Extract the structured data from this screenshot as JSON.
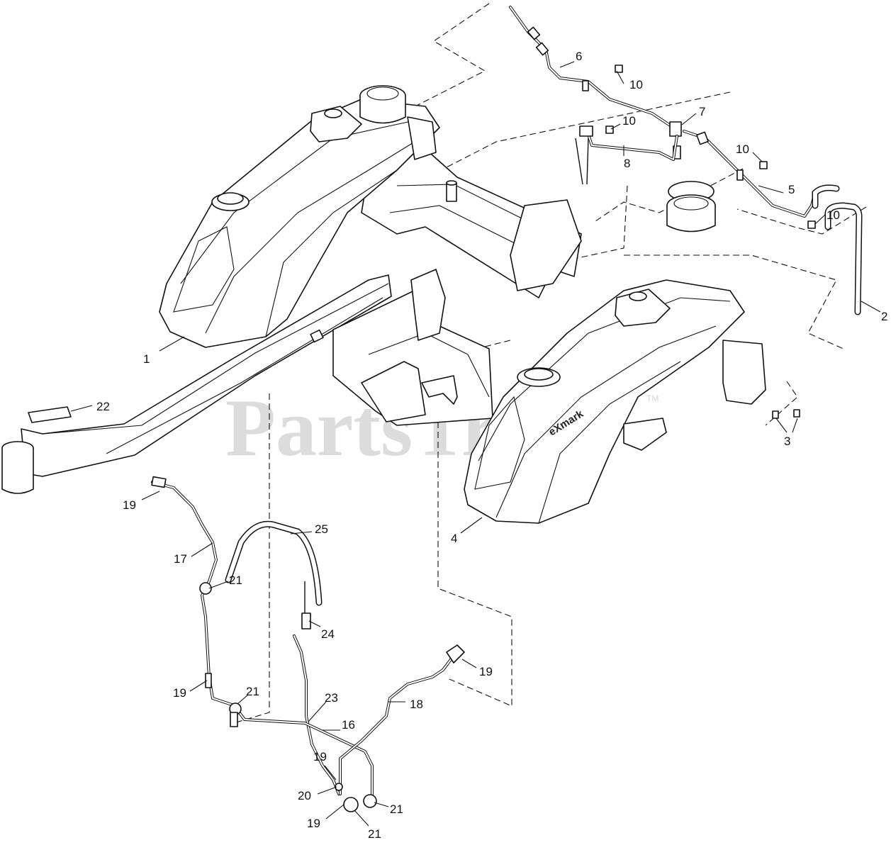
{
  "watermark": {
    "text": "PartsTree",
    "tm": "TM"
  },
  "tank_brand": "eXmark",
  "callouts": [
    {
      "id": "c1",
      "label": "1"
    },
    {
      "id": "c2",
      "label": "2"
    },
    {
      "id": "c3",
      "label": "3"
    },
    {
      "id": "c4",
      "label": "4"
    },
    {
      "id": "c5",
      "label": "5"
    },
    {
      "id": "c6",
      "label": "6"
    },
    {
      "id": "c7",
      "label": "7"
    },
    {
      "id": "c8",
      "label": "8"
    },
    {
      "id": "c10a",
      "label": "10"
    },
    {
      "id": "c10b",
      "label": "10"
    },
    {
      "id": "c10c",
      "label": "10"
    },
    {
      "id": "c10d",
      "label": "10"
    },
    {
      "id": "c16",
      "label": "16"
    },
    {
      "id": "c17",
      "label": "17"
    },
    {
      "id": "c18",
      "label": "18"
    },
    {
      "id": "c19a",
      "label": "19"
    },
    {
      "id": "c19b",
      "label": "19"
    },
    {
      "id": "c19c",
      "label": "19"
    },
    {
      "id": "c19d",
      "label": "19"
    },
    {
      "id": "c19e",
      "label": "19"
    },
    {
      "id": "c20",
      "label": "20"
    },
    {
      "id": "c21a",
      "label": "21"
    },
    {
      "id": "c21b",
      "label": "21"
    },
    {
      "id": "c21c",
      "label": "21"
    },
    {
      "id": "c21d",
      "label": "21"
    },
    {
      "id": "c22",
      "label": "22"
    },
    {
      "id": "c23",
      "label": "23"
    },
    {
      "id": "c24",
      "label": "24"
    },
    {
      "id": "c25",
      "label": "25"
    }
  ]
}
